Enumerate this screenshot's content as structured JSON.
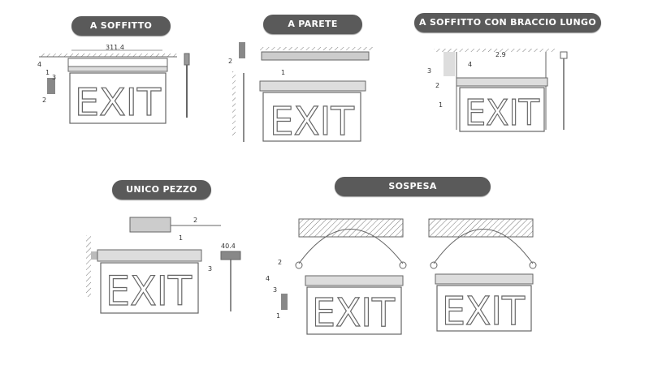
{
  "sections": [
    {
      "id": "soffitto",
      "title": "A SOFFITTO",
      "dimension": "311.4",
      "callouts": [
        "1",
        "2",
        "3",
        "4"
      ]
    },
    {
      "id": "parete",
      "title": "A PARETE",
      "callouts": [
        "1",
        "2"
      ]
    },
    {
      "id": "braccio",
      "title": "A SOFFITTO CON BRACCIO LUNGO",
      "dimension": "2.9",
      "callouts": [
        "1",
        "2",
        "3",
        "4"
      ]
    },
    {
      "id": "unico",
      "title": "UNICO PEZZO",
      "dimension": "40.4",
      "callouts": [
        "1",
        "2",
        "3"
      ]
    },
    {
      "id": "sospesa",
      "title": "SOSPESA",
      "callouts": [
        "1",
        "2",
        "3",
        "4"
      ]
    }
  ],
  "sign_text": "EXIT",
  "colors": {
    "pill_bg": "#5a5a5a",
    "pill_text": "#ffffff",
    "line": "#666666"
  }
}
